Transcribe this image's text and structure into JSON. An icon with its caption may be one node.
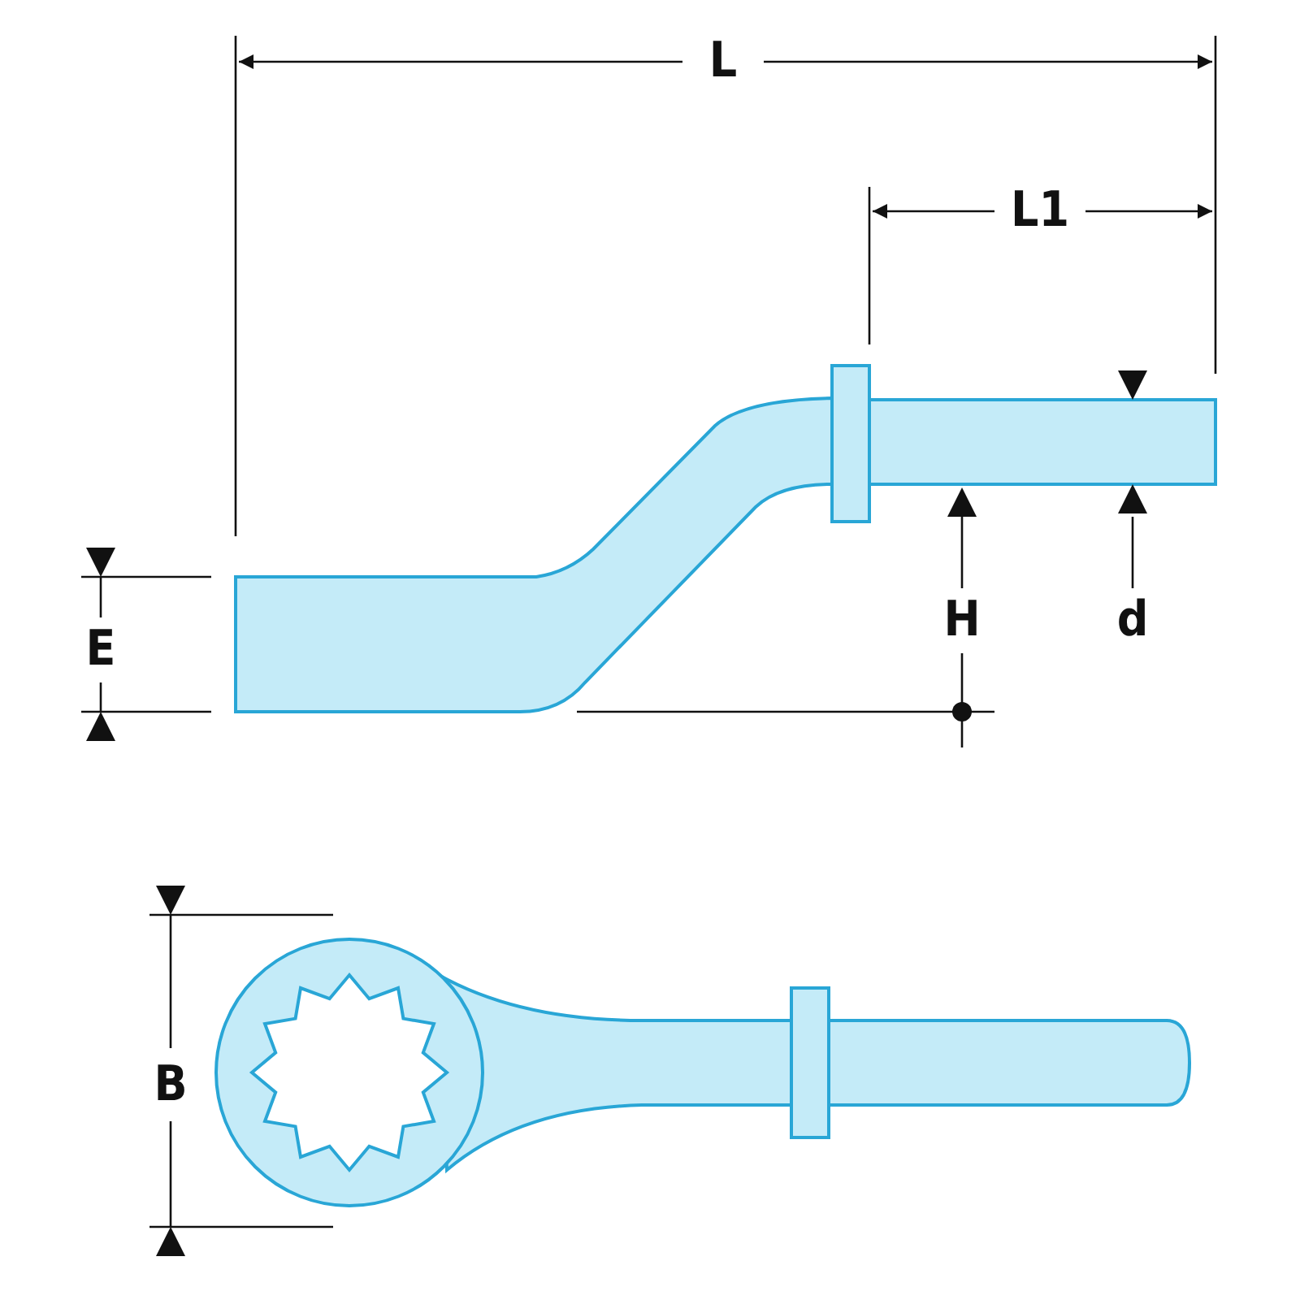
{
  "diagram": {
    "labels": [
      "L",
      "L1",
      "E",
      "H",
      "d",
      "B"
    ]
  }
}
